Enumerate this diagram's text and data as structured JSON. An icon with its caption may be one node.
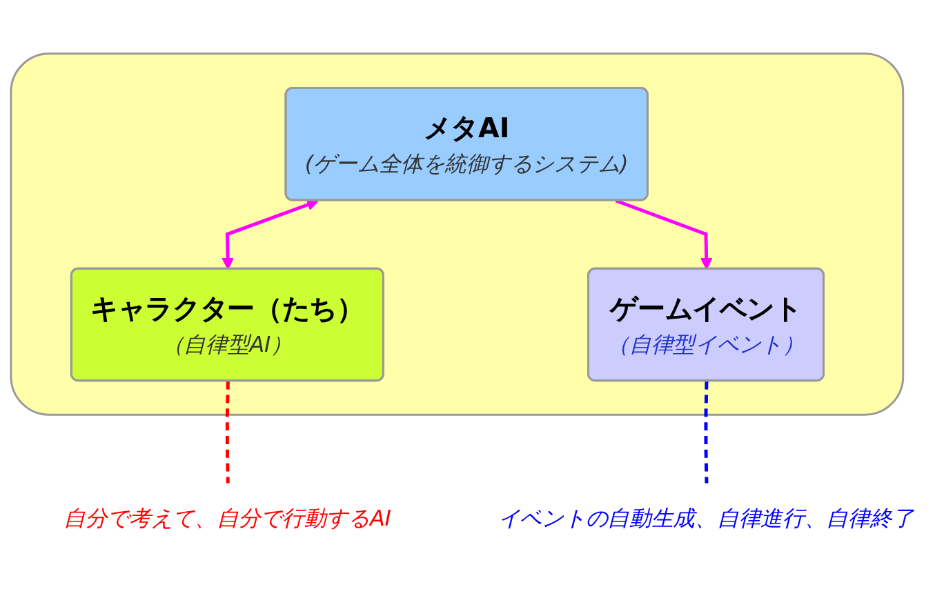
{
  "diagram": {
    "nodes": [
      {
        "text": [],
        "shape": "box"
      },
      {
        "text": [
          "メタAI",
          "(ゲーム全体を統御するシステム)"
        ],
        "in": 0
      },
      {
        "text": [
          "キャラクター（たち）",
          "（自律型AI）"
        ],
        "in": 0
      },
      {
        "text": [
          "ゲームイベント",
          "（自律型イベント）"
        ],
        "in": 0
      },
      {
        "text": [
          "自分で考えて、自分で行動するAI"
        ]
      },
      {
        "text": [
          "イベントの自動生成、自律進行、自律終了"
        ]
      }
    ],
    "edges": [
      {
        "from": 1,
        "to": 2,
        "arrow": "both",
        "color": "#ff00ff"
      },
      {
        "from": 1,
        "to": 3,
        "arrow": "to",
        "color": "#ff00ff"
      },
      {
        "from": 2,
        "to": 4,
        "arrow": "none",
        "style": "dashed",
        "color": "#ff0000"
      },
      {
        "from": 3,
        "to": 5,
        "arrow": "none",
        "style": "dashed",
        "color": "#0000ff"
      }
    ]
  }
}
